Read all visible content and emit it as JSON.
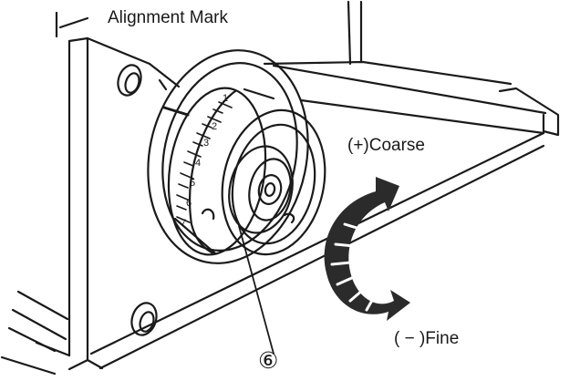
{
  "labels": {
    "alignment_mark": "Alignment Mark",
    "coarse": "(+)Coarse",
    "fine": "( − )Fine",
    "part_number": "⑥"
  },
  "scale_numbers": [
    "1",
    "2",
    "3",
    "4",
    "5",
    "6",
    "7"
  ],
  "colors": {
    "ink": "#1a1a1a",
    "arrow": "#2b2b2b",
    "background": "#ffffff"
  },
  "icons": {
    "rotation_arrow": "curved-double-arrow-icon"
  }
}
